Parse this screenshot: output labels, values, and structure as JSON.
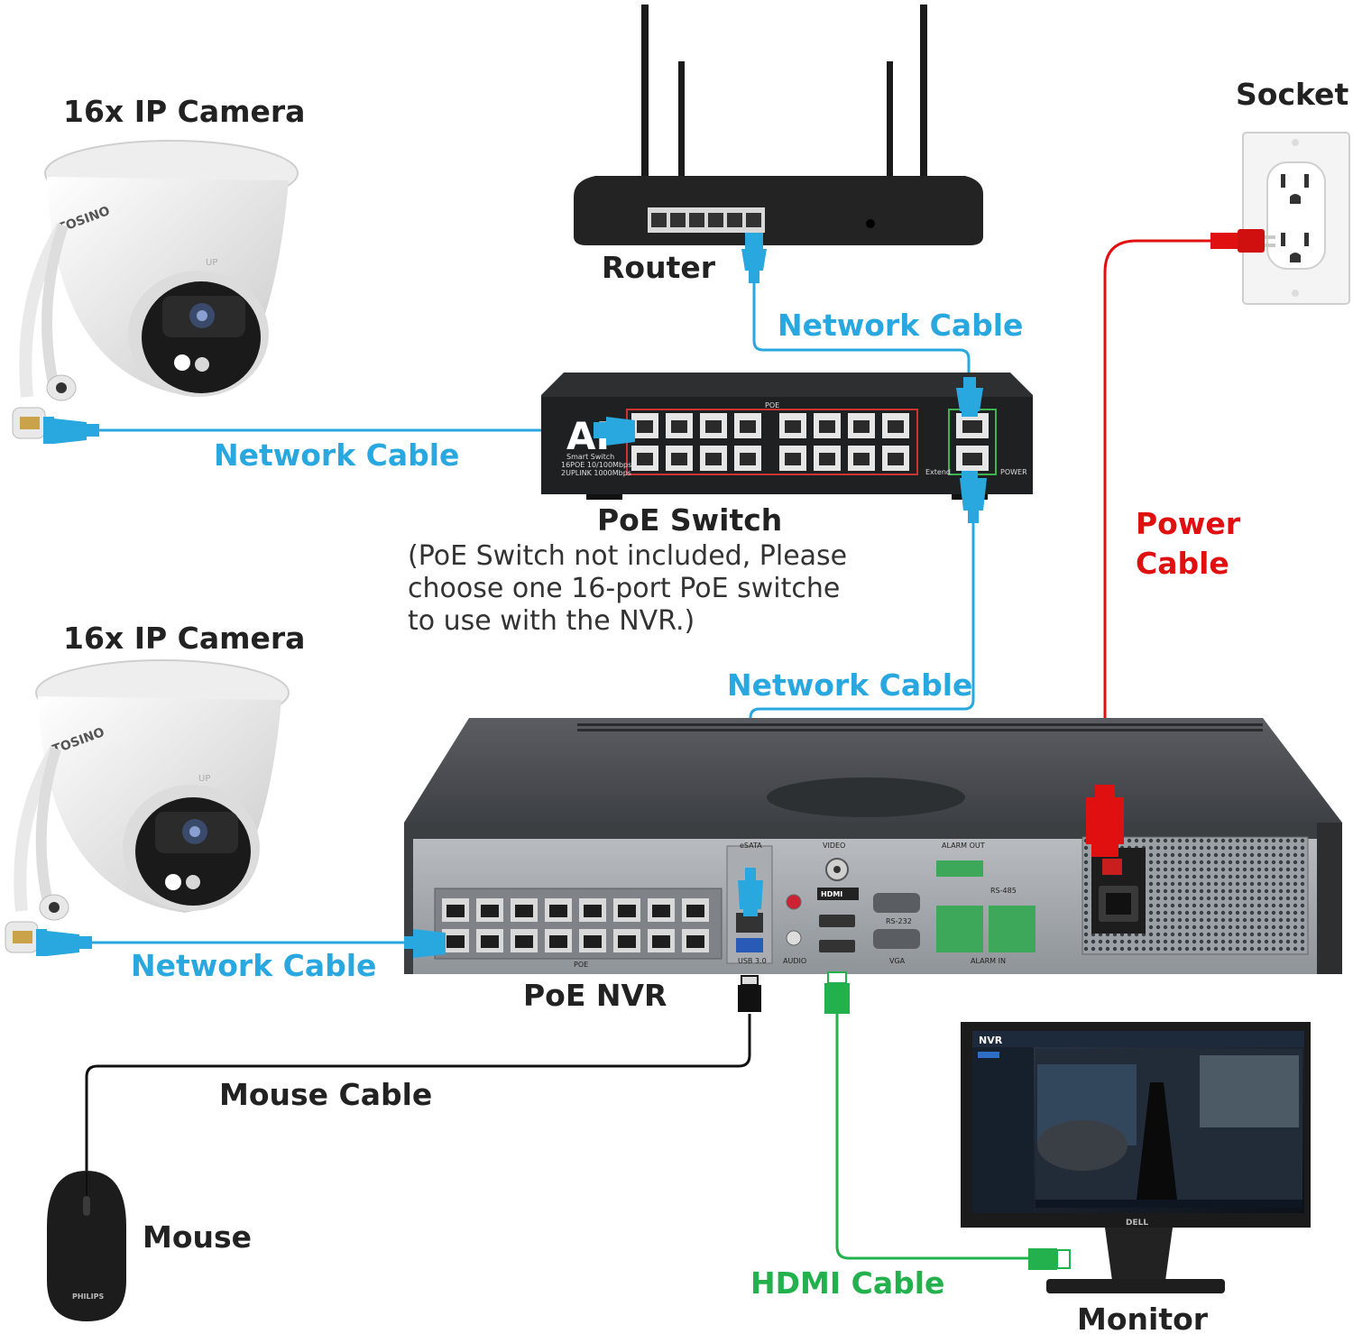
{
  "colors": {
    "network": "#29a8e0",
    "power": "#e01010",
    "hdmi": "#22b14c",
    "mouse": "#111111",
    "label_dark": "#222222"
  },
  "labels": {
    "camera_top": "16x IP Camera",
    "camera_bottom": "16x IP Camera",
    "router": "Router",
    "socket": "Socket",
    "network_cable_router": "Network Cable",
    "network_cable_camera_top": "Network Cable",
    "poe_switch": "PoE Switch",
    "poe_switch_note": [
      "(PoE Switch not included,  Please",
      "choose one 16-port PoE switche",
      "to use with the NVR.)"
    ],
    "power_cable": [
      "Power",
      "Cable"
    ],
    "network_cable_nvr": "Network Cable",
    "network_cable_camera_bottom": "Network Cable",
    "poe_nvr": "PoE NVR",
    "mouse_cable": "Mouse Cable",
    "mouse": "Mouse",
    "hdmi_cable": "HDMI Cable",
    "monitor": "Monitor"
  },
  "device_markings": {
    "camera_brand": "TOSINO",
    "camera_up": "UP",
    "switch_logo": "AI",
    "switch_subtitle": [
      "Smart Switch",
      "16POE 10/100Mbps",
      "2UPLINK 1000Mbps"
    ],
    "switch_poe": "POE",
    "switch_power": "POWER",
    "switch_extend": "Extend",
    "nvr_port_labels": [
      "eSATA",
      "VIDEO",
      "ALARM OUT",
      "HDMI",
      "RS-232",
      "RS-485",
      "USB 3.0",
      "AUDIO",
      "VGA",
      "ALARM IN",
      "POE"
    ],
    "mouse_brand": "PHILIPS",
    "monitor_brand": "DELL",
    "monitor_screen_title": "NVR"
  },
  "icons": [
    "router-icon",
    "socket-icon",
    "poe-switch-icon",
    "ip-camera-icon",
    "nvr-icon",
    "mouse-icon",
    "monitor-icon",
    "rj45-connector-icon",
    "power-plug-icon",
    "usb-plug-icon",
    "hdmi-plug-icon"
  ]
}
